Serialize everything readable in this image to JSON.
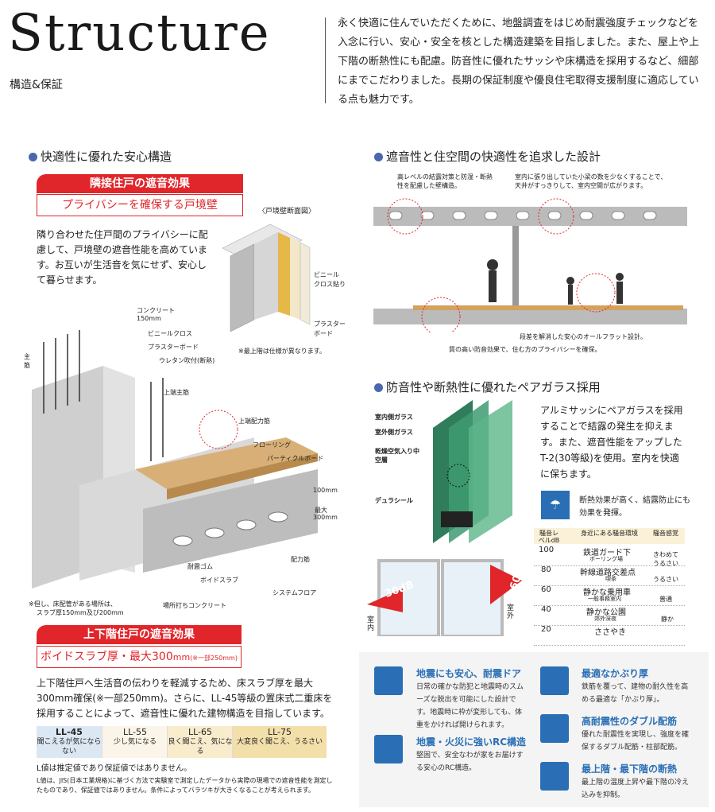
{
  "header": {
    "title": "Structure",
    "subtitle": "構造&保証",
    "intro": "永く快適に住んでいただくために、地盤調査をはじめ耐震強度チェックなどを入念に行い、安心・安全を核とした構造建築を目指しました。また、屋上や上下階の断熱性にも配慮。防音性に優れたサッシや床構造を採用するなど、細部にまでこだわりました。長期の保証制度や優良住宅取得支援制度に適応している点も魅力です。"
  },
  "left": {
    "heading": "快適性に優れた安心構造",
    "wall": {
      "bar": "隣接住戸の遮音効果",
      "box": "プライバシーを確保する戸境壁",
      "caption": "〈戸境壁断面図〉",
      "text": "隣り合わせた住戸間のプライバシーに配慮して、戸境壁の遮音性能を高めています。お互いが生活音を気にせず、安心して暮らせます。",
      "label_vinyl": "ビニール",
      "label_vinyl2": "クロス貼り",
      "label_plaster": "プラスター",
      "label_plaster2": "ボード",
      "note": "※最上階は仕様が異なります。"
    },
    "labels": {
      "concrete": "コンクリート",
      "concrete_mm": "150mm",
      "vinyl_cloth": "ビニールクロス",
      "plaster_board": "プラスターボード",
      "urethane": "ウレタン吹付(断熱)",
      "main_rebar": "主筋",
      "upper_main": "上端主筋",
      "upper_dist": "上端配力筋",
      "flooring": "フローリング",
      "particle": "パーティクルボード",
      "mm100": "100mm",
      "max": "最大",
      "mm300": "300mm",
      "anti_vib": "耐震ゴム",
      "void_slab": "ボイドスラブ",
      "dist_rebar": "配力筋",
      "cast_concrete": "場所打ちコンクリート",
      "system_floor": "システムフロア",
      "note1": "※但し、床配管がある場所は、",
      "note2": "スラブ厚150mm及び200mm"
    },
    "slab": {
      "bar": "上下階住戸の遮音効果",
      "box": "ボイドスラブ厚・最大300",
      "box_unit": "mm",
      "box_note": "(※一部250mm)",
      "text": "上下階住戸へ生活音の伝わりを軽減するため、床スラブ厚を最大300mm確保(※一部250mm)。さらに、LL-45等級の置床式二重床を採用することによって、遮音性に優れた建物構造を目指しています。"
    },
    "ll_table": [
      {
        "head": "LL-45",
        "desc": "聞こえるが気にならない"
      },
      {
        "head": "LL-55",
        "desc": "少し気になる"
      },
      {
        "head": "LL-65",
        "desc": "良く聞こえ、気になる"
      },
      {
        "head": "LL-75",
        "desc": "大変良く聞こえ、うるさい"
      }
    ],
    "footnote1": "L値は推定値であり保証値ではありません。",
    "footnote2": "L値は、JIS(日本工業規格)に基づく方法で実験室で測定したデータから実際の現場での遮音性能を測定したものであり、保証値ではありません。条件によってバラツキが大きくなることが考えられます。"
  },
  "right": {
    "heading1": "遮音性と住空間の快適性を追求した設計",
    "callout1": "高レベルの結露対策と防湿・断熱性を配慮した壁構造。",
    "callout2": "室内に張り出していた小梁の数を少なくすることで、天井がすっきりして、室内空間が広がります。",
    "callout3": "段差を解消した安心のオールフラット設計。",
    "callout4": "質の高い防音効果で、住む方のプライバシーを確保。",
    "heading2": "防音性や断熱性に優れたペアガラス採用",
    "glass_labels": [
      "室内側ガラス",
      "室外側ガラス",
      "乾燥空気入り中空層",
      "デュラシール"
    ],
    "glass_text": "アルミサッシにペアガラスを採用することで結露の発生を抑えます。また、遮音性能をアップしたT-2(30等級)を使用。室内を快適に保ちます。",
    "dew_text": "断熱効果が高く、結露防止にも効果を発揮。",
    "noise_head": [
      "騒音レベルdB",
      "身近にある騒音環境",
      "騒音感覚"
    ],
    "noise_rows": [
      {
        "db": "100",
        "env": "鉄道ガード下",
        "sub": "ボーリング場",
        "feel": "きわめてうるさい"
      },
      {
        "db": "80",
        "env": "幹線道路交差点",
        "sub": "喫茶",
        "feel": "うるさい"
      },
      {
        "db": "60",
        "env": "静かな乗用車",
        "sub": "一般事務室内",
        "feel": "普通"
      },
      {
        "db": "40",
        "env": "静かな公園",
        "sub": "郊外深夜",
        "feel": "静か"
      },
      {
        "db": "20",
        "env": "ささやき",
        "sub": "",
        "feel": ""
      }
    ],
    "window_30": "30dB",
    "window_60": "60dB",
    "window_in": "室内",
    "window_out": "室外"
  },
  "features": [
    {
      "title": "地震にも安心、耐震ドア",
      "text": "日常の確かな防犯と地震時のスムーズな脱出を可能にした設計です。地震時に枠が変形しても、体重をかければ開けられます。",
      "icon": "door-icon"
    },
    {
      "title": "最適なかぶり厚",
      "text": "鉄筋を覆って、建物の耐久性を高める最適な「かぶり厚」。",
      "icon": "cover-icon"
    },
    {
      "title": "高耐震性のダブル配筋",
      "text": "優れた耐震性を実現し、強度を確保するダブル配筋・柱部配筋。",
      "icon": "rebar-icon"
    },
    {
      "title": "地震・火災に強いRC構造",
      "text": "堅固で、安全なわが家をお届けする安心のRC構造。",
      "icon": "rc-icon"
    },
    {
      "title": "最上階・最下階の断熱",
      "text": "最上階の温度上昇や最下階の冷え込みを抑制。",
      "icon": "insulation-icon"
    }
  ],
  "colors": {
    "accent_red": "#e0262a",
    "accent_blue": "#2a6fb5",
    "dot_blue": "#4a67b0"
  }
}
